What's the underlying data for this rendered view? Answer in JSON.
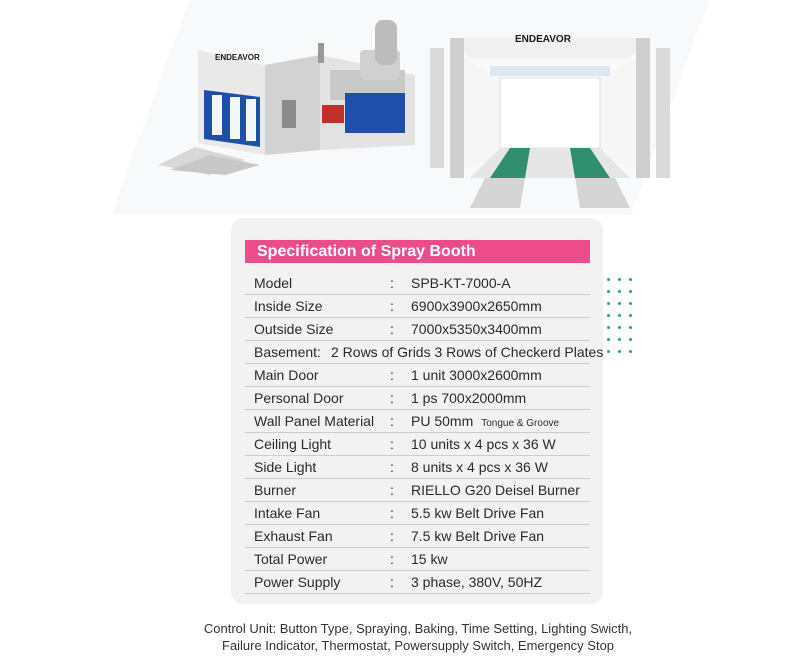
{
  "brand": {
    "logo_text": "ENDEAVOR"
  },
  "spec": {
    "title": "Specification of Spray Booth",
    "rows": [
      {
        "label": "Model",
        "sep": ":",
        "value": "SPB-KT-7000-A"
      },
      {
        "label": "Inside Size",
        "sep": ":",
        "value": "6900x3900x2650mm"
      },
      {
        "label": "Outside Size",
        "sep": ":",
        "value": "7000x5350x3400mm"
      },
      {
        "label": "Basement",
        "sep": ":",
        "value": "2 Rows of Grids 3 Rows of Checkerd Plates"
      },
      {
        "label": "Main Door",
        "sep": ":",
        "value": "1 unit 3000x2600mm"
      },
      {
        "label": "Personal Door",
        "sep": ":",
        "value": "1 ps 700x2000mm"
      },
      {
        "label": "Wall Panel Material",
        "sep": ":",
        "value": "PU 50mm",
        "note": "Tongue & Groove"
      },
      {
        "label": "Ceiling Light",
        "sep": ":",
        "value": "10 units x 4 pcs x 36 W"
      },
      {
        "label": "Side Light",
        "sep": ":",
        "value": "8 units x 4 pcs x 36 W"
      },
      {
        "label": "Burner",
        "sep": ":",
        "value": "RIELLO G20 Deisel Burner"
      },
      {
        "label": "Intake Fan",
        "sep": ":",
        "value": "5.5 kw Belt Drive Fan"
      },
      {
        "label": "Exhaust Fan",
        "sep": ":",
        "value": "7.5 kw Belt Drive Fan"
      },
      {
        "label": "Total Power",
        "sep": ":",
        "value": "15 kw"
      },
      {
        "label": "Power Supply",
        "sep": ":",
        "value": "3 phase, 380V, 50HZ"
      }
    ]
  },
  "footer": {
    "line1": "Control Unit: Button Type, Spraying, Baking, Time Setting, Lighting Swicth,",
    "line2": "Failure Indicator, Thermostat, Powersupply Switch, Emergency Stop"
  },
  "colors": {
    "accent": "#ec4c8a",
    "booth_blue": "#1f4fa8",
    "floor_green": "#2f8f6e",
    "dots": "#2aa86a"
  }
}
